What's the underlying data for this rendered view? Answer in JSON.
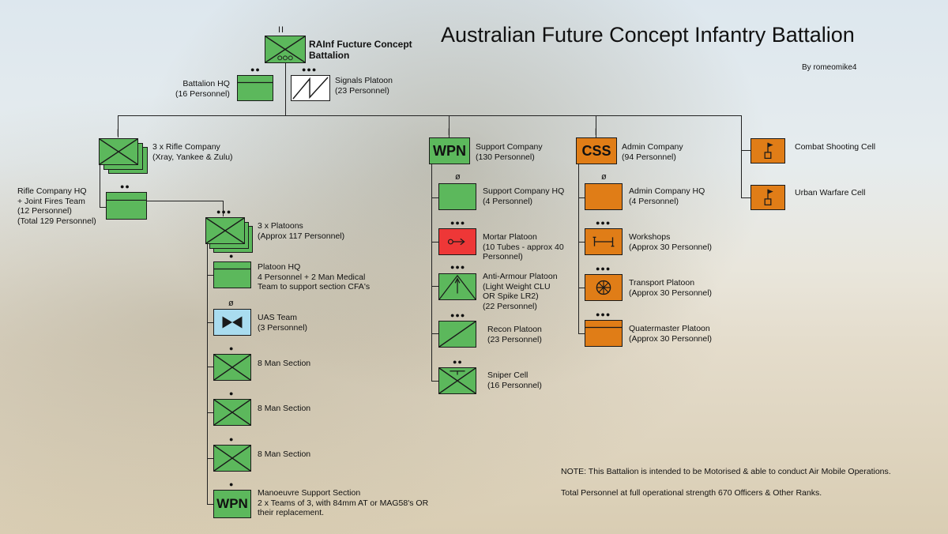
{
  "title": "Australian Future Concept Infantry Battalion",
  "author": "By romeomike4",
  "battalion": {
    "label": "RAInf Fucture Concept\nBattalion",
    "echelon": "II"
  },
  "battalion_hq": {
    "label": "Battalion HQ\n(16 Personnel)",
    "echelon": "●●"
  },
  "signals": {
    "label": "Signals Platoon\n(23 Personnel)",
    "echelon": "●●●"
  },
  "rifle_company": {
    "label": "3 x Rifle Company\n(Xray, Yankee & Zulu)",
    "echelon": "|"
  },
  "rifle_company_hq": {
    "label": "Rifle Company HQ\n+ Joint Fires Team\n(12 Personnel)\n(Total 129 Personnel)",
    "echelon": "●●"
  },
  "platoons": {
    "label": "3 x Platoons\n(Approx 117 Personnel)",
    "echelon": "●●●"
  },
  "platoon_hq": {
    "label": "Platoon HQ\n4 Personnel + 2 Man Medical\nTeam to support section CFA's",
    "echelon": "●"
  },
  "uas_team": {
    "label": "UAS Team\n(3 Personnel)",
    "echelon": "ø"
  },
  "sections": [
    {
      "label": "8 Man Section",
      "echelon": "●"
    },
    {
      "label": "8 Man Section",
      "echelon": "●"
    },
    {
      "label": "8 Man Section",
      "echelon": "●"
    }
  ],
  "manoeuvre_support": {
    "label": "Manoeuvre Support Section\n2 x Teams of 3, with 84mm AT or MAG58's OR\ntheir replacement.",
    "echelon": "●",
    "symbol_text": "WPN"
  },
  "support_company": {
    "label": "Support Company\n(130 Personnel)",
    "echelon": "|",
    "symbol_text": "WPN"
  },
  "support_items": [
    {
      "label": "Support Company HQ\n(4 Personnel)",
      "echelon": "ø"
    },
    {
      "label": "Mortar Platoon\n(10 Tubes - approx 40\nPersonnel)",
      "echelon": "●●●"
    },
    {
      "label": "Anti-Armour Platoon\n(Light Weight CLU\nOR Spike LR2)\n(22 Personnel)",
      "echelon": "●●●"
    },
    {
      "label": "Recon Platoon\n(23 Personnel)",
      "echelon": "●●●"
    },
    {
      "label": "Sniper Cell\n(16 Personnel)",
      "echelon": "●●"
    }
  ],
  "admin_company": {
    "label": "Admin Company\n(94 Personnel)",
    "echelon": "|",
    "symbol_text": "CSS"
  },
  "admin_items": [
    {
      "label": "Admin Company HQ\n(4 Personnel)",
      "echelon": "ø"
    },
    {
      "label": "Workshops\n(Approx 30 Personnel)",
      "echelon": "●●●"
    },
    {
      "label": "Transport Platoon\n(Approx 30 Personnel)",
      "echelon": "●●●"
    },
    {
      "label": "Quatermaster Platoon\n(Approx 30 Personnel)",
      "echelon": "●●●"
    }
  ],
  "cells": [
    {
      "label": "Combat Shooting Cell"
    },
    {
      "label": "Urban Warfare Cell"
    }
  ],
  "notes": [
    "NOTE: This Battalion is intended to be Motorised & able to conduct Air Mobile Operations.",
    "Total Personnel at full operational strength 670 Officers & Other Ranks."
  ],
  "colors": {
    "infantry": "#5cb85c",
    "support_css": "#e07d17",
    "mortar": "#ee3737",
    "uas": "#a9dcef"
  }
}
